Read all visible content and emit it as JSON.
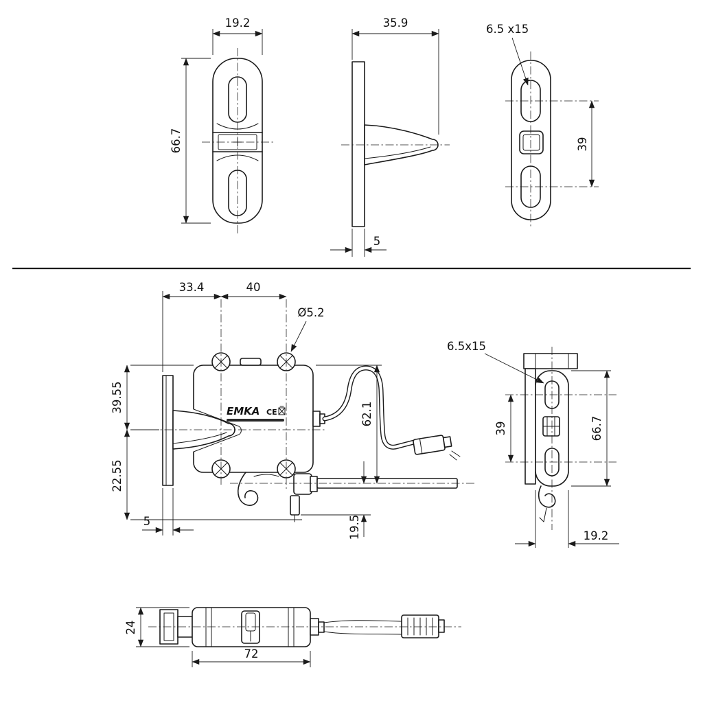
{
  "page": {
    "background": "#ffffff",
    "line_color": "#1b1b1b"
  },
  "drawing": {
    "label": {
      "brand": "EMKA",
      "ce": "CE"
    },
    "views": {
      "top_front": {
        "dim_width": "19.2",
        "dim_height": "66.7"
      },
      "top_side": {
        "dim_width": "35.9",
        "dim_thickness": "5"
      },
      "top_right": {
        "callout_slot": "6.5 x15",
        "dim_spacing": "39"
      },
      "main": {
        "dim_offset": "33.4",
        "dim_pitch": "40",
        "callout_dia": "Ø5.2",
        "dim_upper": "39.55",
        "dim_lower": "22.55",
        "dim_thickness": "5",
        "dim_height": "62.1",
        "dim_cyl": "19.5"
      },
      "side_right": {
        "callout_slot": "6.5x15",
        "dim_spacing": "39",
        "dim_height": "66.7",
        "dim_width": "19.2"
      },
      "bottom": {
        "dim_height": "24",
        "dim_width": "72"
      }
    }
  }
}
